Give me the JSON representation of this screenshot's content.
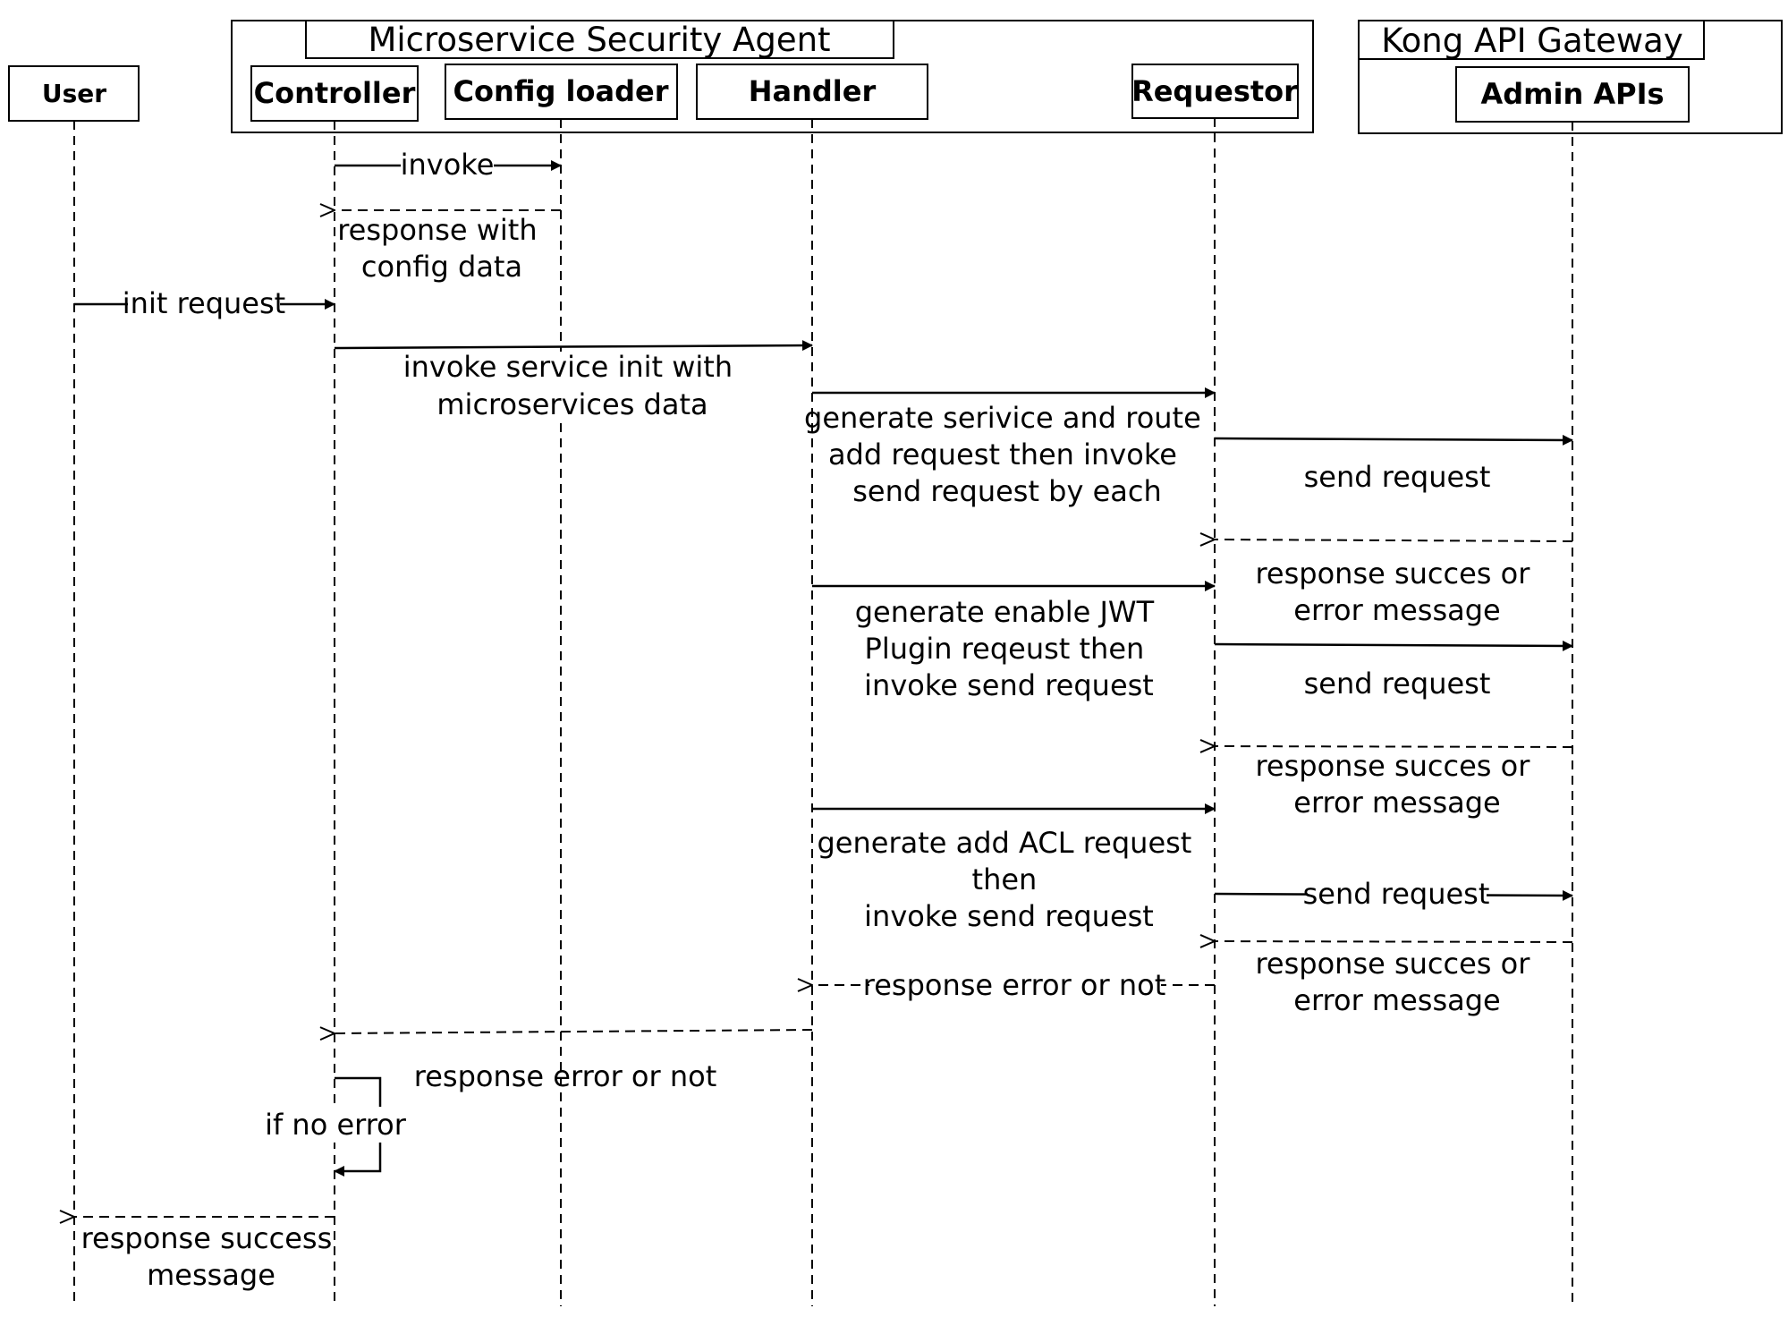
{
  "groups": {
    "agent": "Microservice Security Agent",
    "gateway": "Kong API Gateway"
  },
  "actors": {
    "user": "User",
    "controller": "Controller",
    "config_loader": "Config loader",
    "handler": "Handler",
    "requestor": "Requestor",
    "admin_apis": "Admin APIs"
  },
  "messages": {
    "invoke": "invoke",
    "config_response": [
      "response with",
      "config data"
    ],
    "init_request": "init request",
    "invoke_service_init": [
      "invoke service init with",
      "microservices data"
    ],
    "generate_service_route": [
      "generate serivice and route",
      "add request then invoke",
      "send request by each"
    ],
    "send_request_1": "send request",
    "response_1": [
      "response succes or",
      "error message"
    ],
    "generate_jwt": [
      "generate enable JWT",
      "Plugin reqeust then",
      "invoke send request"
    ],
    "send_request_2": "send request",
    "response_2": [
      "response succes or",
      "error message"
    ],
    "generate_acl": [
      "generate add ACL request",
      "then",
      "invoke send request"
    ],
    "send_request_3": "send request",
    "response_3": [
      "response succes or",
      "error message"
    ],
    "response_error_handler": "response error or not",
    "response_error_controller": "response error or not",
    "if_no_error": "if no error",
    "response_success": [
      "response success",
      "message"
    ]
  }
}
